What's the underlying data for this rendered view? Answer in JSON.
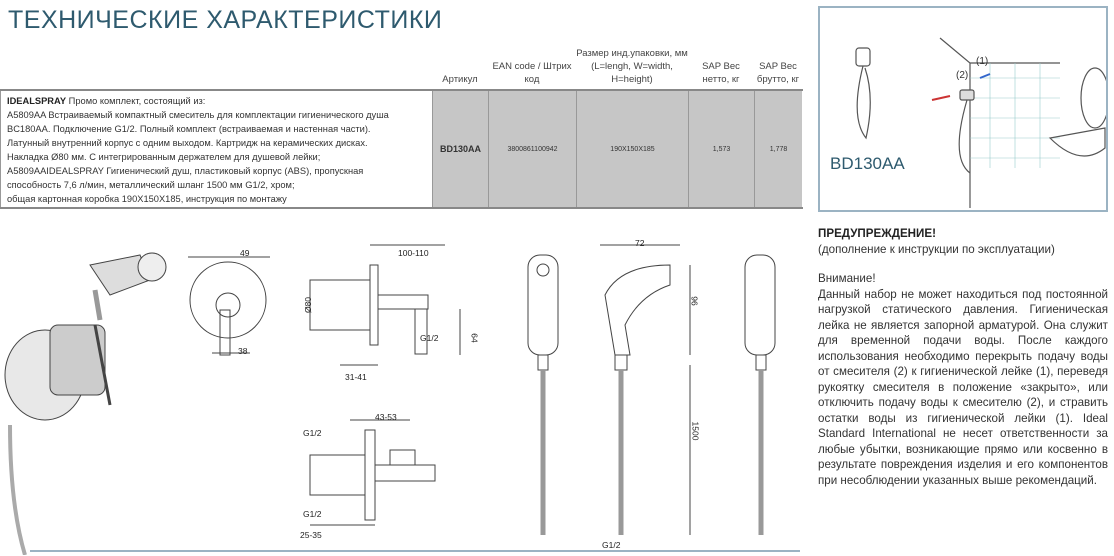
{
  "title": "ТЕХНИЧЕСКИЕ ХАРАКТЕРИСТИКИ",
  "table": {
    "headers": [
      "Артикул",
      "EAN code / Штрих код",
      "Размер инд.упаковки, мм (L=lengh, W=width, H=height)",
      "SAP Вес нетто, кг",
      "SAP Вес брутто, кг"
    ],
    "description": {
      "brand": "IDEALSPRAY",
      "lines": [
        "Промо комплект, состоящий из:",
        "A5809AA Встраиваемый компактный смеситель для комплектации гигиенического душа",
        "BC180AA. Подключение G1/2. Полный комплект (встраиваемая и настенная части).",
        "Латунный внутренний корпус с одним выходом. Картридж на керамических дисках.",
        "Накладка Ø80 мм. С интегрированным держателем для душевой лейки;",
        "A5809AAIDEALSPRAY Гигиенический душ, пластиковый корпус (ABS), пропускная",
        "способность 7,6 л/мин, металлический шланг 1500 мм G1/2, хром;",
        "общая картонная коробка 190X150X185, инструкция по монтажу"
      ]
    },
    "row": {
      "article": "BD130AA",
      "ean": "3800861100942",
      "size": "190X150X185",
      "net": "1,573",
      "gross": "1,778"
    }
  },
  "illustration": {
    "label": "BD130AA",
    "callout1": "(1)",
    "callout2": "(2)"
  },
  "dimensions": {
    "d49": "49",
    "d38": "38",
    "d100": "100-110",
    "d80": "Ø80",
    "g1": "G1/2",
    "d64": "64",
    "d3141": "31-41",
    "d4353": "43-53",
    "g2": "G1/2",
    "g3": "G1/2",
    "d2535": "25-35",
    "d72": "72",
    "d96": "96",
    "d1500": "1500",
    "g4": "G1/2"
  },
  "warning": {
    "title": "ПРЕДУПРЕЖДЕНИЕ!",
    "subtitle": "(дополнение к инструкции по эксплуатации)",
    "attention": "Внимание!",
    "body": "Данный набор не может находиться под постоянной нагрузкой статического давления. Гигиеническая лейка не является запорной арматурой. Она служит для временной подачи воды. После каждого использования необходимо перекрыть подачу воды от смесителя (2) к гигиенической лейке (1), переведя рукоятку смесителя в положение «закрыто», или отключить подачу воды к смесителю (2), и стравить остатки воды из гигиенической лейки (1). Ideal Standard International не несет ответственности за любые убытки, возникающие прямо или косвенно в результате повреждения изделия и его компонентов при несоблюдении указанных выше рекомендаций."
  }
}
